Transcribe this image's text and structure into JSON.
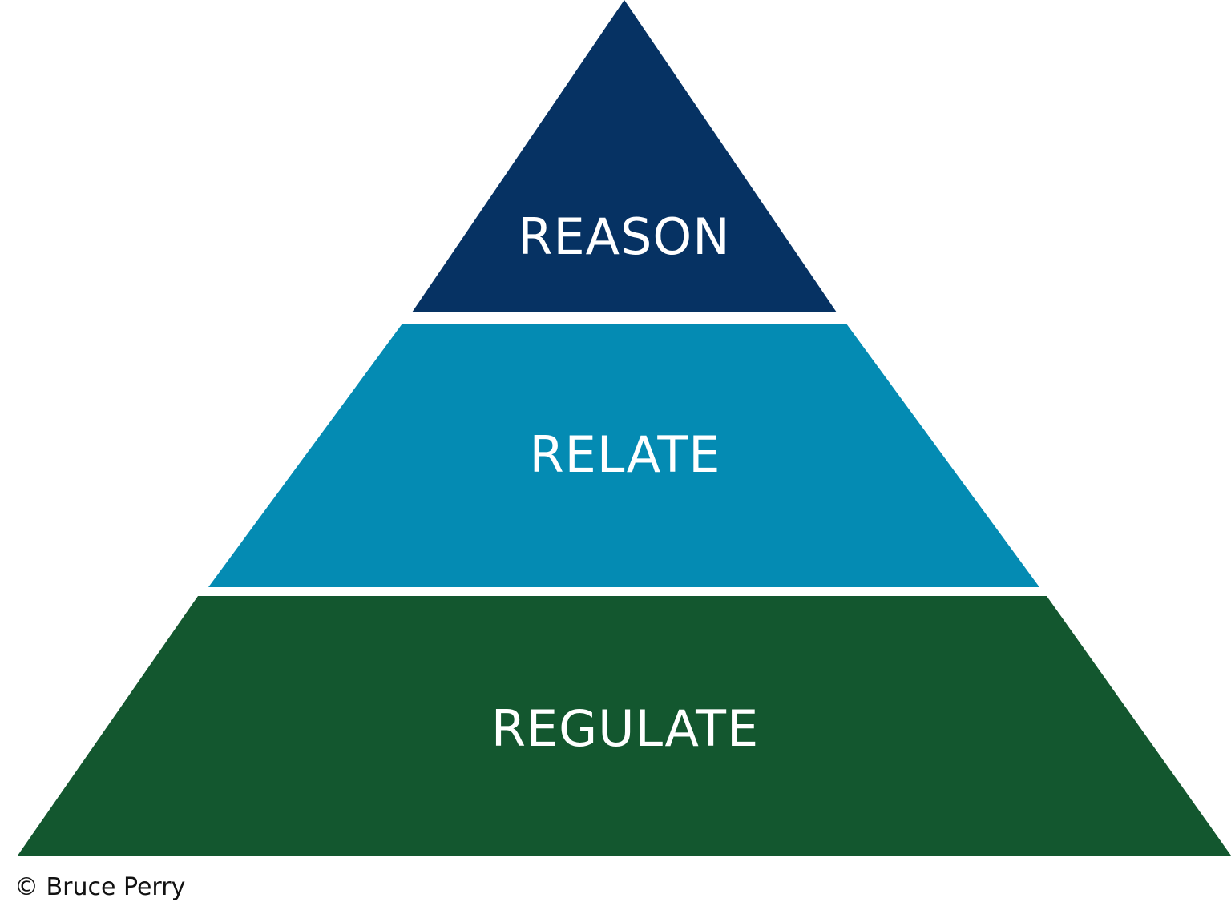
{
  "pyramid": {
    "tiers": [
      {
        "label": "REASON",
        "color": "#063263"
      },
      {
        "label": "RELATE",
        "color": "#048bb3"
      },
      {
        "label": "REGULATE",
        "color": "#13572f"
      }
    ]
  },
  "footer": {
    "copyright": "© Bruce Perry"
  }
}
